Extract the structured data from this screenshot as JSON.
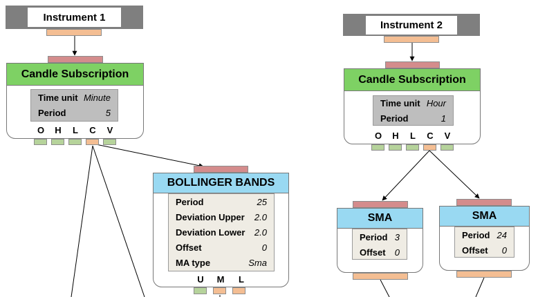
{
  "instruments": [
    {
      "label": "Instrument 1"
    },
    {
      "label": "Instrument 2"
    }
  ],
  "candle_nodes": [
    {
      "title": "Candle Subscription",
      "params": [
        {
          "key": "Time unit",
          "value": "Minute"
        },
        {
          "key": "Period",
          "value": "5"
        }
      ],
      "outputs": [
        "O",
        "H",
        "L",
        "C",
        "V"
      ]
    },
    {
      "title": "Candle Subscription",
      "params": [
        {
          "key": "Time unit",
          "value": "Hour"
        },
        {
          "key": "Period",
          "value": "1"
        }
      ],
      "outputs": [
        "O",
        "H",
        "L",
        "C",
        "V"
      ]
    }
  ],
  "bollinger": {
    "title": "BOLLINGER BANDS",
    "params": [
      {
        "key": "Period",
        "value": "25"
      },
      {
        "key": "Deviation Upper",
        "value": "2.0"
      },
      {
        "key": "Deviation Lower",
        "value": "2.0"
      },
      {
        "key": "Offset",
        "value": "0"
      },
      {
        "key": "MA type",
        "value": "Sma"
      }
    ],
    "outputs": [
      "U",
      "M",
      "L"
    ]
  },
  "sma_nodes": [
    {
      "title": "SMA",
      "params": [
        {
          "key": "Period",
          "value": "3"
        },
        {
          "key": "Offset",
          "value": "0"
        }
      ]
    },
    {
      "title": "SMA",
      "params": [
        {
          "key": "Period",
          "value": "24"
        },
        {
          "key": "Offset",
          "value": "0"
        }
      ]
    }
  ],
  "colors": {
    "instrument_frame": "#7f7f7f",
    "candle_header": "#7ed164",
    "indicator_header": "#99d9f2",
    "input_port": "#d48c8c",
    "output_port": "#f4be93",
    "inactive_output_port": "#b6d39b",
    "candle_params_bg": "#bebebe",
    "indicator_params_bg": "#efece4"
  }
}
